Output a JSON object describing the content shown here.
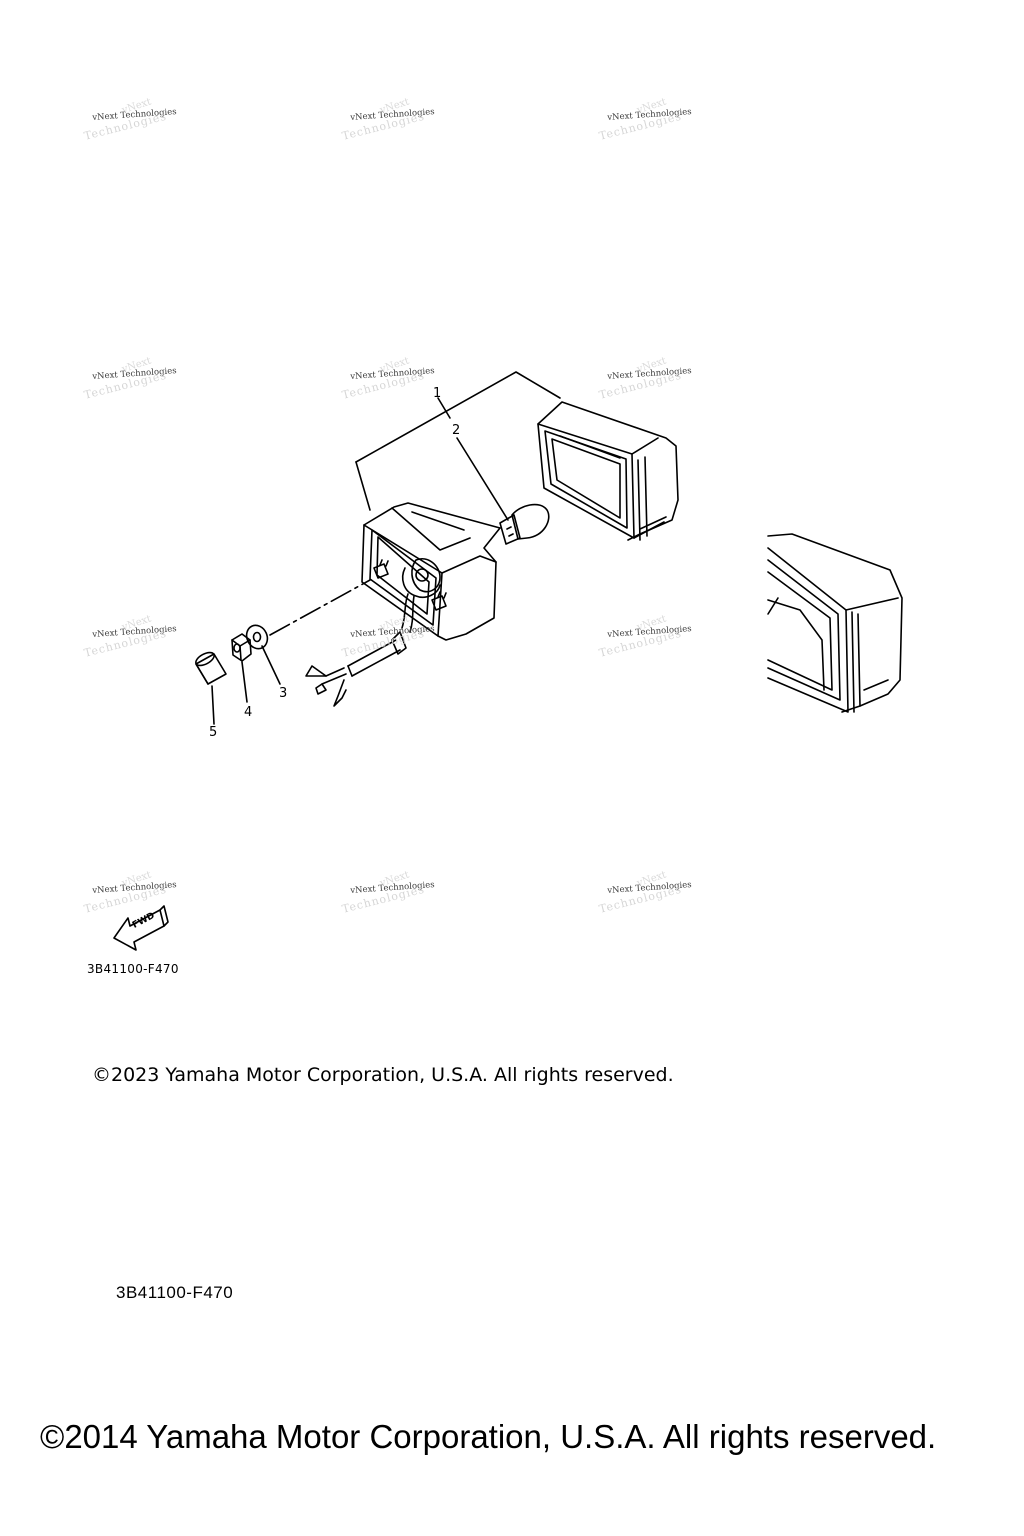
{
  "watermark": {
    "text": "vNext Technologies",
    "ghost_line_1": "Technologies",
    "ghost_line_2": "vNext"
  },
  "callouts": {
    "c1": "1",
    "c2": "2",
    "c3": "3",
    "c4": "4",
    "c5": "5"
  },
  "fwd_label": "FWD",
  "diagram_code_upper": "3B41100-F470",
  "copyright_upper": "©2023 Yamaha Motor Corporation, U.S.A. All rights reserved.",
  "diagram_code_lower": "3B41100-F470",
  "copyright_lower": "©2014 Yamaha Motor Corporation, U.S.A. All rights reserved."
}
